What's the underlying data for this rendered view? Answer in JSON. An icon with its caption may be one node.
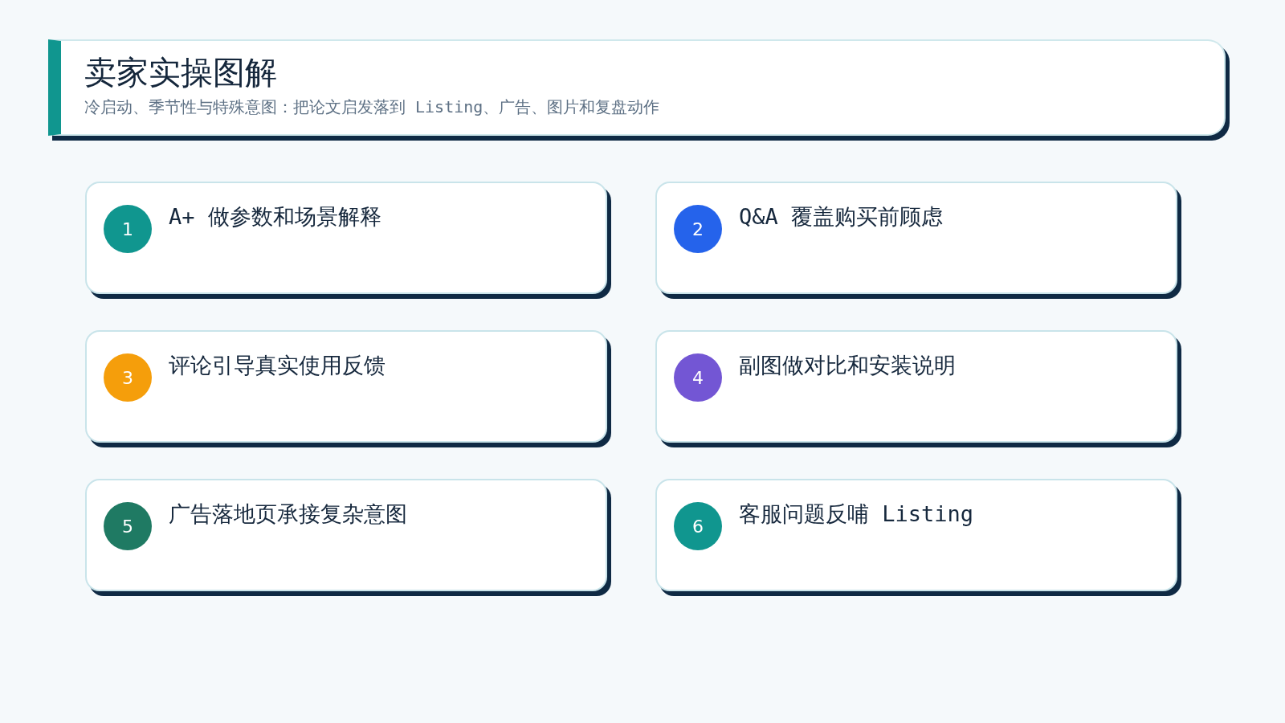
{
  "diagram": {
    "title": "卖家实操图解",
    "nodes": [
      {
        "text": [
          "A+ 做参数和场景解释"
        ]
      },
      {
        "text": [
          "1"
        ],
        "in": 0
      },
      {
        "text": [
          "Q&A 覆盖购买前顾虑"
        ]
      },
      {
        "text": [
          "2"
        ],
        "in": 2
      },
      {
        "text": [
          "评论引导真实使用反馈"
        ]
      },
      {
        "text": [
          "3"
        ],
        "in": 4
      },
      {
        "text": [
          "副图做对比和安装说明"
        ]
      },
      {
        "text": [
          "4"
        ],
        "in": 6
      },
      {
        "text": [
          "广告落地页承接复杂意图"
        ]
      },
      {
        "text": [
          "5"
        ],
        "in": 8
      },
      {
        "text": [
          "客服问题反哺 Listing"
        ]
      },
      {
        "text": [
          "6"
        ],
        "in": 10
      }
    ],
    "labels": [
      "冷启动、季节性与特殊意图：把论文启发落到 Listing、广告、图片和复盘动作"
    ]
  }
}
